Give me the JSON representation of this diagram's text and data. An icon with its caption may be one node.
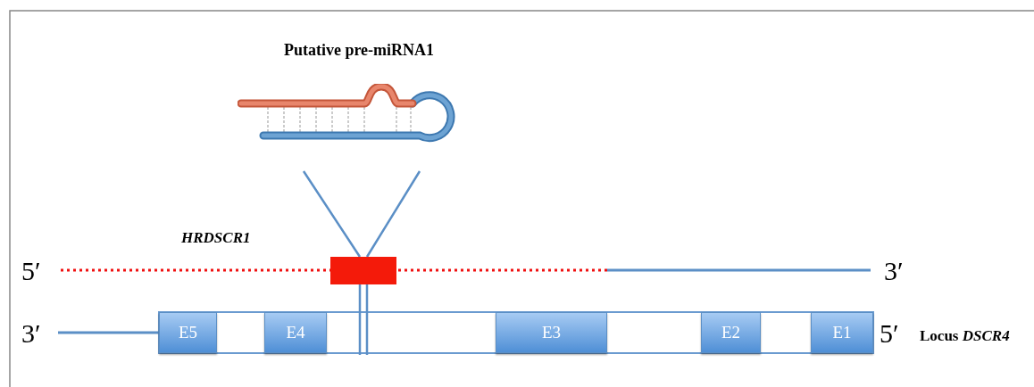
{
  "diagram": {
    "nodes": [
      {
        "text": [
          "Putative pre-miRNA1"
        ]
      },
      {
        "text": [],
        "shape": "box"
      },
      {
        "text": [
          "E5"
        ]
      },
      {
        "text": [
          "E4"
        ]
      },
      {
        "text": [
          "E3"
        ]
      },
      {
        "text": [
          "E2"
        ]
      },
      {
        "text": [
          "E1"
        ]
      }
    ],
    "edges": [
      {
        "from": 0,
        "to": 1,
        "arrow": "none"
      }
    ],
    "labels": [
      "HRDSCR1",
      "5′",
      "3′",
      "3′",
      "5′",
      "Locus *DSCR4*"
    ]
  }
}
